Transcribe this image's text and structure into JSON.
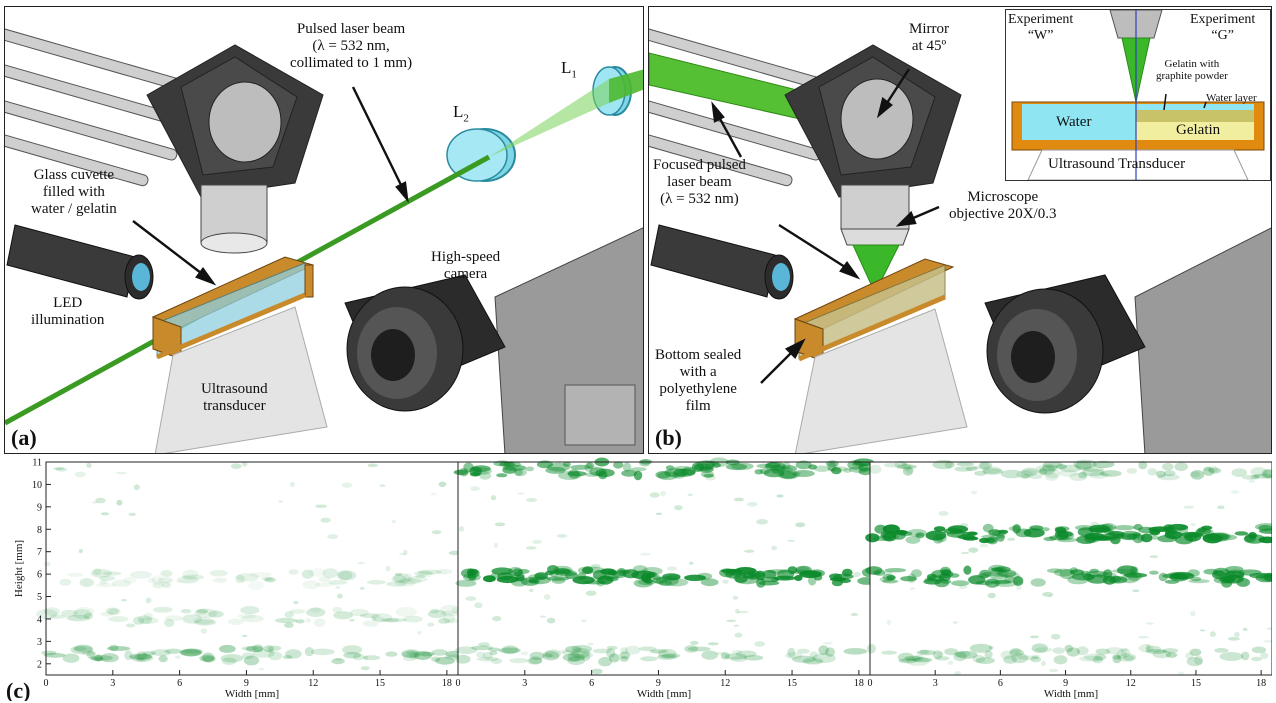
{
  "panel_a": {
    "label": "(a)",
    "beam_label": [
      "Pulsed laser beam",
      "(λ = 532 nm,",
      "collimated to 1 mm)"
    ],
    "lens1": "L",
    "lens1_sub": "1",
    "lens2": "L",
    "lens2_sub": "2",
    "cuvette_label": [
      "Glass cuvette",
      "filled with",
      "water / gelatin"
    ],
    "led_label": [
      "LED",
      "illumination"
    ],
    "camera_label": [
      "High-speed",
      "camera"
    ],
    "transducer_label": [
      "Ultrasound",
      "transducer"
    ]
  },
  "panel_b": {
    "label": "(b)",
    "mirror_label": [
      "Mirror",
      "at 45º"
    ],
    "focused_label": [
      "Focused pulsed",
      "laser beam",
      "(λ = 532 nm)"
    ],
    "objective_label": [
      "Microscope",
      "objective 20X/0.3"
    ],
    "sealed_label": [
      "Bottom sealed",
      "with a",
      "polyethylene",
      "film"
    ],
    "inset": {
      "exp_w": [
        "Experiment",
        "“W”"
      ],
      "exp_g": [
        "Experiment",
        "“G”"
      ],
      "graphite": [
        "Gelatin with",
        "graphite powder"
      ],
      "water_layer": "Water layer",
      "water": "Water",
      "gelatin": "Gelatin",
      "transducer": "Ultrasound Transducer"
    }
  },
  "panel_c": {
    "label": "(c)",
    "ylabel": "Height [mm]",
    "xlabel": "Width [mm]",
    "yticks": [
      "2",
      "3",
      "4",
      "5",
      "6",
      "7",
      "8",
      "9",
      "10",
      "11"
    ],
    "xticks": [
      "0",
      "3",
      "6",
      "9",
      "12",
      "15",
      "18"
    ],
    "colors": {
      "high": "#0a8a2a",
      "low": "#d8f0d8"
    }
  },
  "chart_data": [
    {
      "type": "heatmap",
      "xlabel": "Width [mm]",
      "ylabel": "Height [mm]",
      "xlim": [
        0,
        18.5
      ],
      "ylim": [
        1.5,
        11
      ],
      "bands": [
        {
          "y": 2.4,
          "intensity": 0.35
        },
        {
          "y": 4.1,
          "intensity": 0.2
        },
        {
          "y": 5.8,
          "intensity": 0.15
        }
      ]
    },
    {
      "type": "heatmap",
      "xlabel": "Width [mm]",
      "ylim": [
        1.5,
        11
      ],
      "xlim": [
        0,
        18.5
      ],
      "bands": [
        {
          "y": 5.9,
          "intensity": 0.95
        },
        {
          "y": 10.7,
          "intensity": 0.7
        },
        {
          "y": 2.4,
          "intensity": 0.3
        }
      ]
    },
    {
      "type": "heatmap",
      "xlabel": "Width [mm]",
      "ylim": [
        1.5,
        11
      ],
      "xlim": [
        0,
        18.5
      ],
      "bands": [
        {
          "y": 7.8,
          "intensity": 0.95
        },
        {
          "y": 5.9,
          "intensity": 0.8
        },
        {
          "y": 10.6,
          "intensity": 0.3
        },
        {
          "y": 2.4,
          "intensity": 0.3
        }
      ]
    }
  ]
}
